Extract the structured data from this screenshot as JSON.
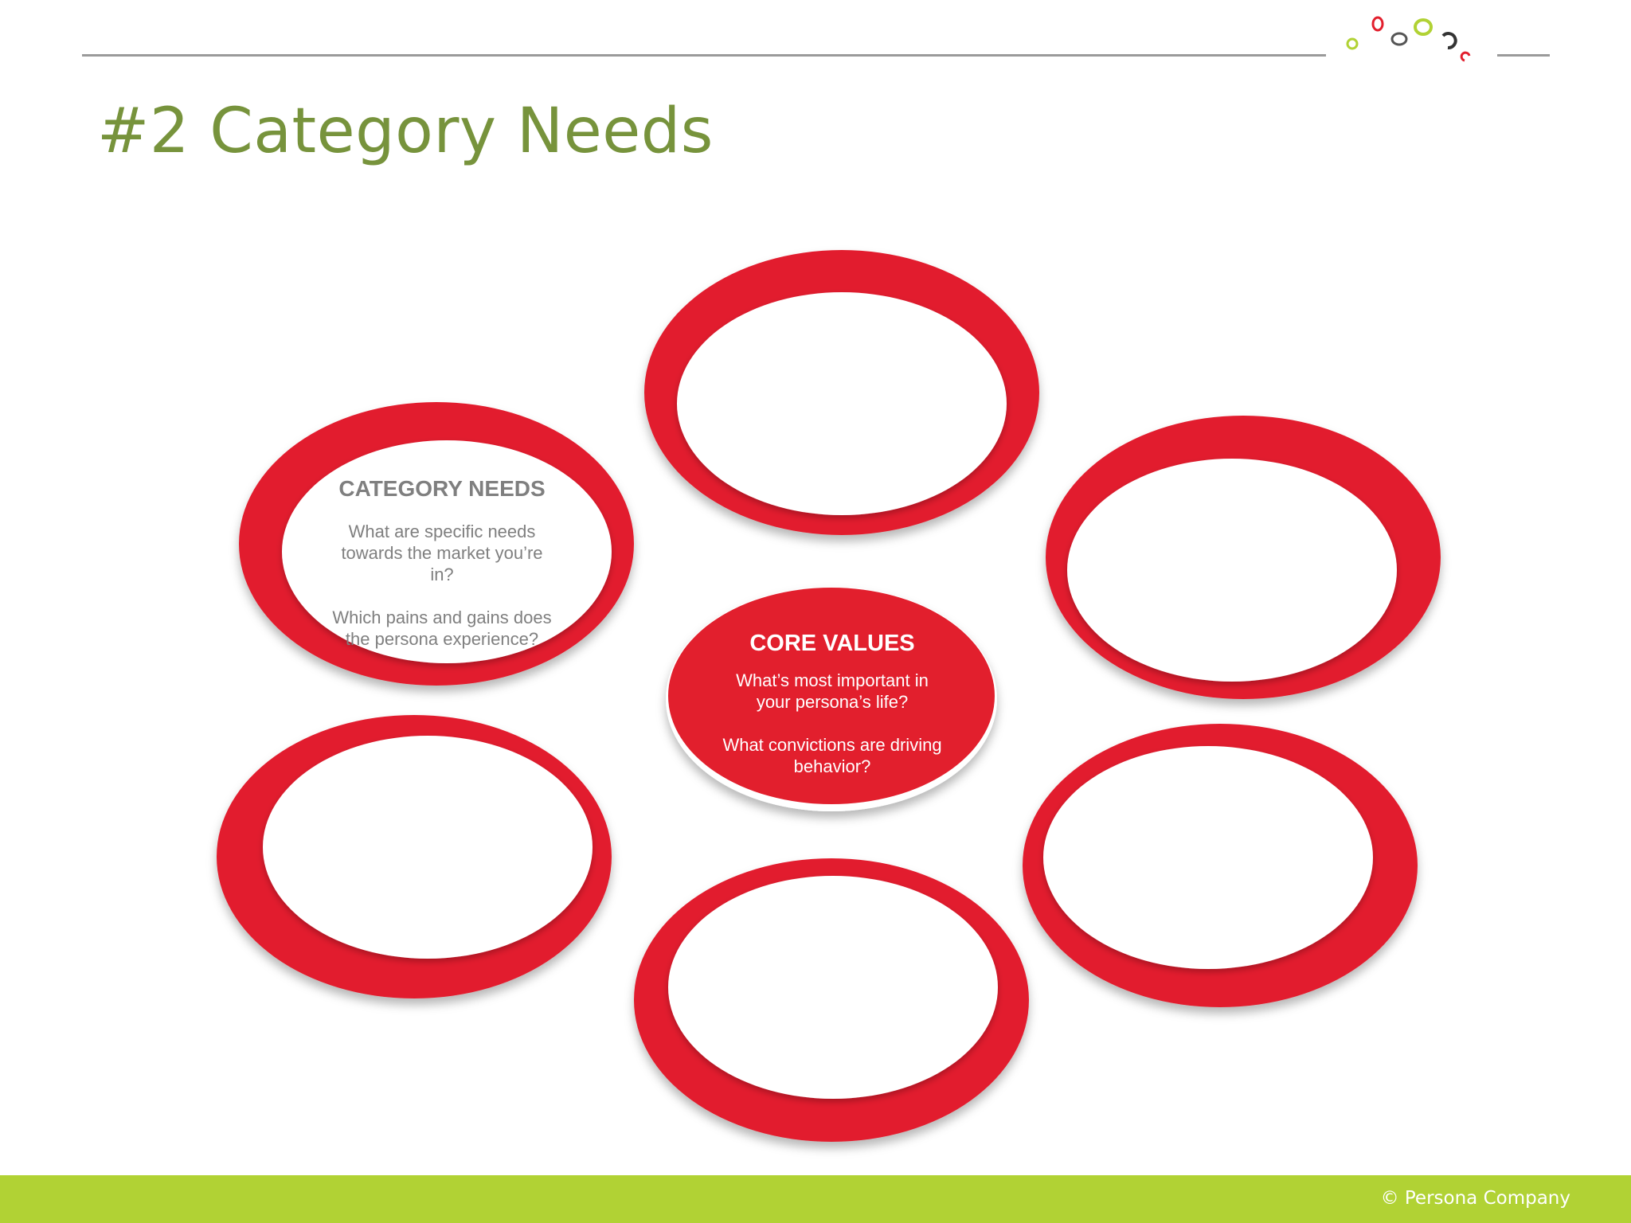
{
  "slide": {
    "title": "#2 Category Needs",
    "footer": "© Persona Company"
  },
  "logo": {
    "icon": "persona-circles-logo-icon",
    "colors": [
      "#b1d234",
      "#e21f2d",
      "#555555"
    ]
  },
  "diagram": {
    "center": {
      "heading": "CORE VALUES",
      "lines": [
        "What’s most important in",
        "your persona’s life?",
        "What convictions are driving",
        "behavior?"
      ]
    },
    "category_needs": {
      "heading": "CATEGORY NEEDS",
      "lines": [
        "What are specific needs",
        "towards the market you’re",
        "in?",
        "Which pains and gains does",
        "the persona experience?"
      ]
    },
    "ring_color": "#e21f2d"
  }
}
